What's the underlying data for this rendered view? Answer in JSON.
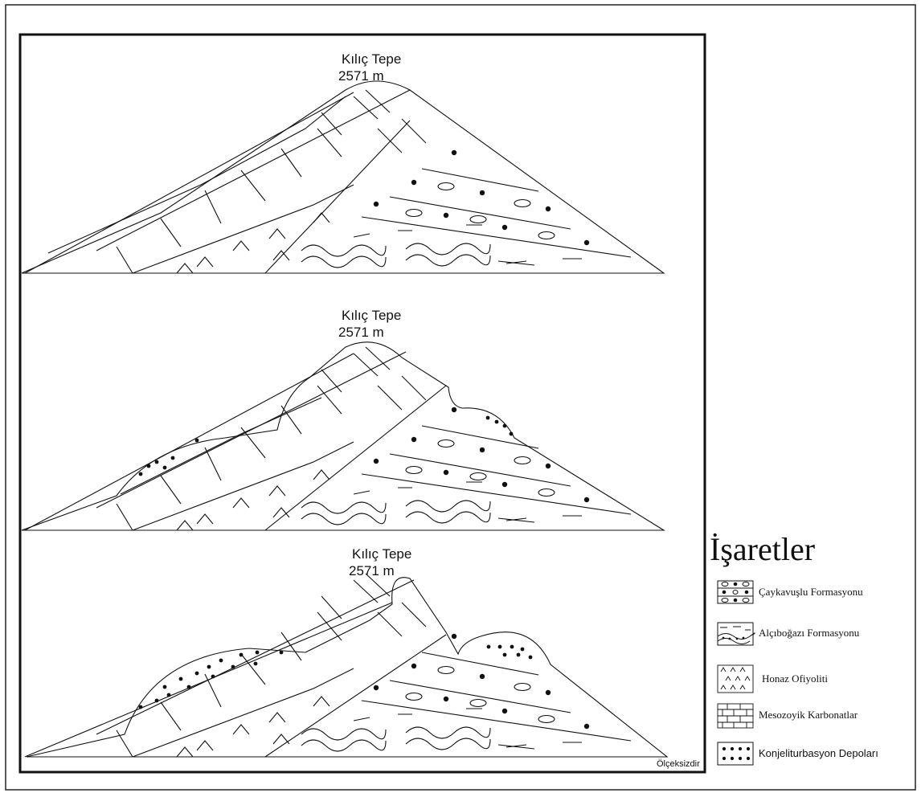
{
  "panels": [
    {
      "peak_name": "Kılıç Tepe",
      "peak_elevation": "2571 m"
    },
    {
      "peak_name": "Kılıç Tepe",
      "peak_elevation": "2571 m"
    },
    {
      "peak_name": "Kılıç Tepe",
      "peak_elevation": "2571 m"
    }
  ],
  "scale_note": "Ölçeksizdir",
  "legend": {
    "title": "İşaretler",
    "items": [
      {
        "label": "Çaykavuşlu Formasyonu",
        "symbol": "conglomerate-pattern"
      },
      {
        "label": "Alçıboğazı Formasyonu",
        "symbol": "wavy-dotted-pattern"
      },
      {
        "label": "Honaz Ofiyoliti",
        "symbol": "chevron-pattern"
      },
      {
        "label": "Mesozoyik Karbonatlar",
        "symbol": "brick-pattern"
      },
      {
        "label": "Konjeliturbasyon Depoları",
        "symbol": "dot-pattern"
      }
    ]
  }
}
